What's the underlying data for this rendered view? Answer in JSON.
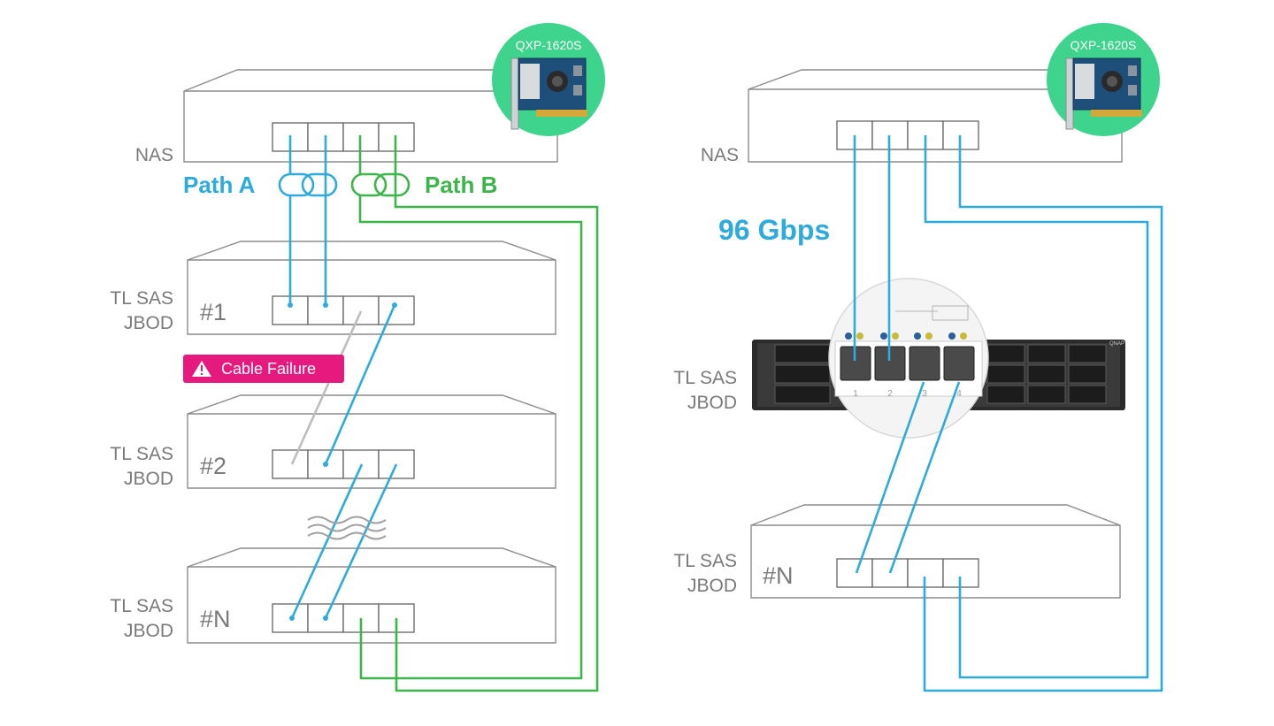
{
  "left_diagram": {
    "nas_label": "NAS",
    "path_a_label": "Path A",
    "path_b_label": "Path B",
    "card_badge": "QXP-1620S",
    "jbod_label_line1": "TL SAS",
    "jbod_label_line2": "JBOD",
    "unit_1": "#1",
    "unit_2": "#2",
    "unit_n": "#N",
    "failure_label": "Cable Failure"
  },
  "right_diagram": {
    "nas_label": "NAS",
    "card_badge": "QXP-1620S",
    "speed_label": "96 Gbps",
    "jbod_label_line1": "TL SAS",
    "jbod_label_line2": "JBOD",
    "unit_n": "#N",
    "port_numbers": [
      "1",
      "2",
      "3",
      "4"
    ],
    "device_brand": "QNAP"
  },
  "colors": {
    "path_a": "#2eaadc",
    "path_b": "#3db54a",
    "failed_cable": "#bdbdbd",
    "failure_badge": "#e5197e",
    "card_circle": "#3ed48d"
  },
  "icons": {
    "link": "link-icon",
    "warning": "warning-icon",
    "wave": "wave-icon"
  }
}
